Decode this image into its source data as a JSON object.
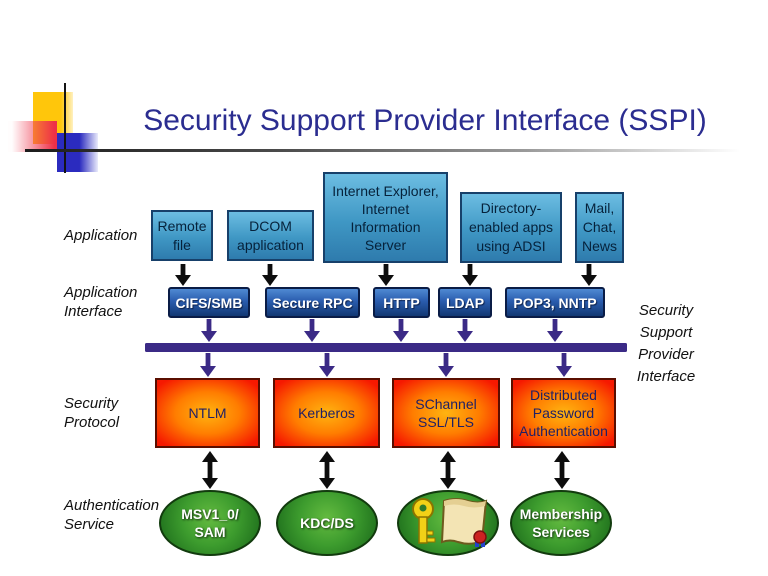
{
  "title": "Security Support Provider Interface (SSPI)",
  "colors": {
    "title_blue": "#2b2d90",
    "sspi_bar_purple": "#3b2a86",
    "app_box_blue_top": "#6cbde2",
    "app_box_blue_bottom": "#2e7bad",
    "interface_box_blue_top": "#4f8ad2",
    "interface_box_blue_bottom": "#123873",
    "protocol_red_edge": "#f61900",
    "protocol_orange_center": "#ffb411",
    "service_green_center": "#64bb40",
    "service_green_edge": "#176418",
    "deco_yellow": "#ffc60b",
    "deco_pink": "#ee3048",
    "deco_blue": "#2b2bbf"
  },
  "side_labels": [
    {
      "text": "Application"
    },
    {
      "text": "Application\nInterface"
    },
    {
      "text": "Security\nProtocol"
    },
    {
      "text": "Authentication\nService"
    }
  ],
  "right_label": {
    "text": "Security\nSupport\nProvider\nInterface"
  },
  "app_boxes": [
    {
      "label": "Remote\nfile"
    },
    {
      "label": "DCOM\napplication"
    },
    {
      "label": "Internet Explorer,\nInternet\nInformation\nServer"
    },
    {
      "label": "Directory-\nenabled apps\nusing ADSI"
    },
    {
      "label": "Mail,\nChat,\nNews"
    }
  ],
  "interface_boxes": [
    {
      "label": "CIFS/SMB"
    },
    {
      "label": "Secure RPC"
    },
    {
      "label": "HTTP"
    },
    {
      "label": "LDAP"
    },
    {
      "label": "POP3, NNTP"
    }
  ],
  "protocol_boxes": [
    {
      "label": "NTLM"
    },
    {
      "label": "Kerberos"
    },
    {
      "label": "SChannel\nSSL/TLS"
    },
    {
      "label": "Distributed\nPassword\nAuthentication"
    }
  ],
  "service_ellipses": [
    {
      "label": "MSV1_0/\nSAM"
    },
    {
      "label": "KDC/DS"
    },
    {
      "label": "",
      "icons": [
        "key-icon",
        "scroll-icon",
        "seal-icon"
      ]
    },
    {
      "label": "Membership\nServices"
    }
  ]
}
